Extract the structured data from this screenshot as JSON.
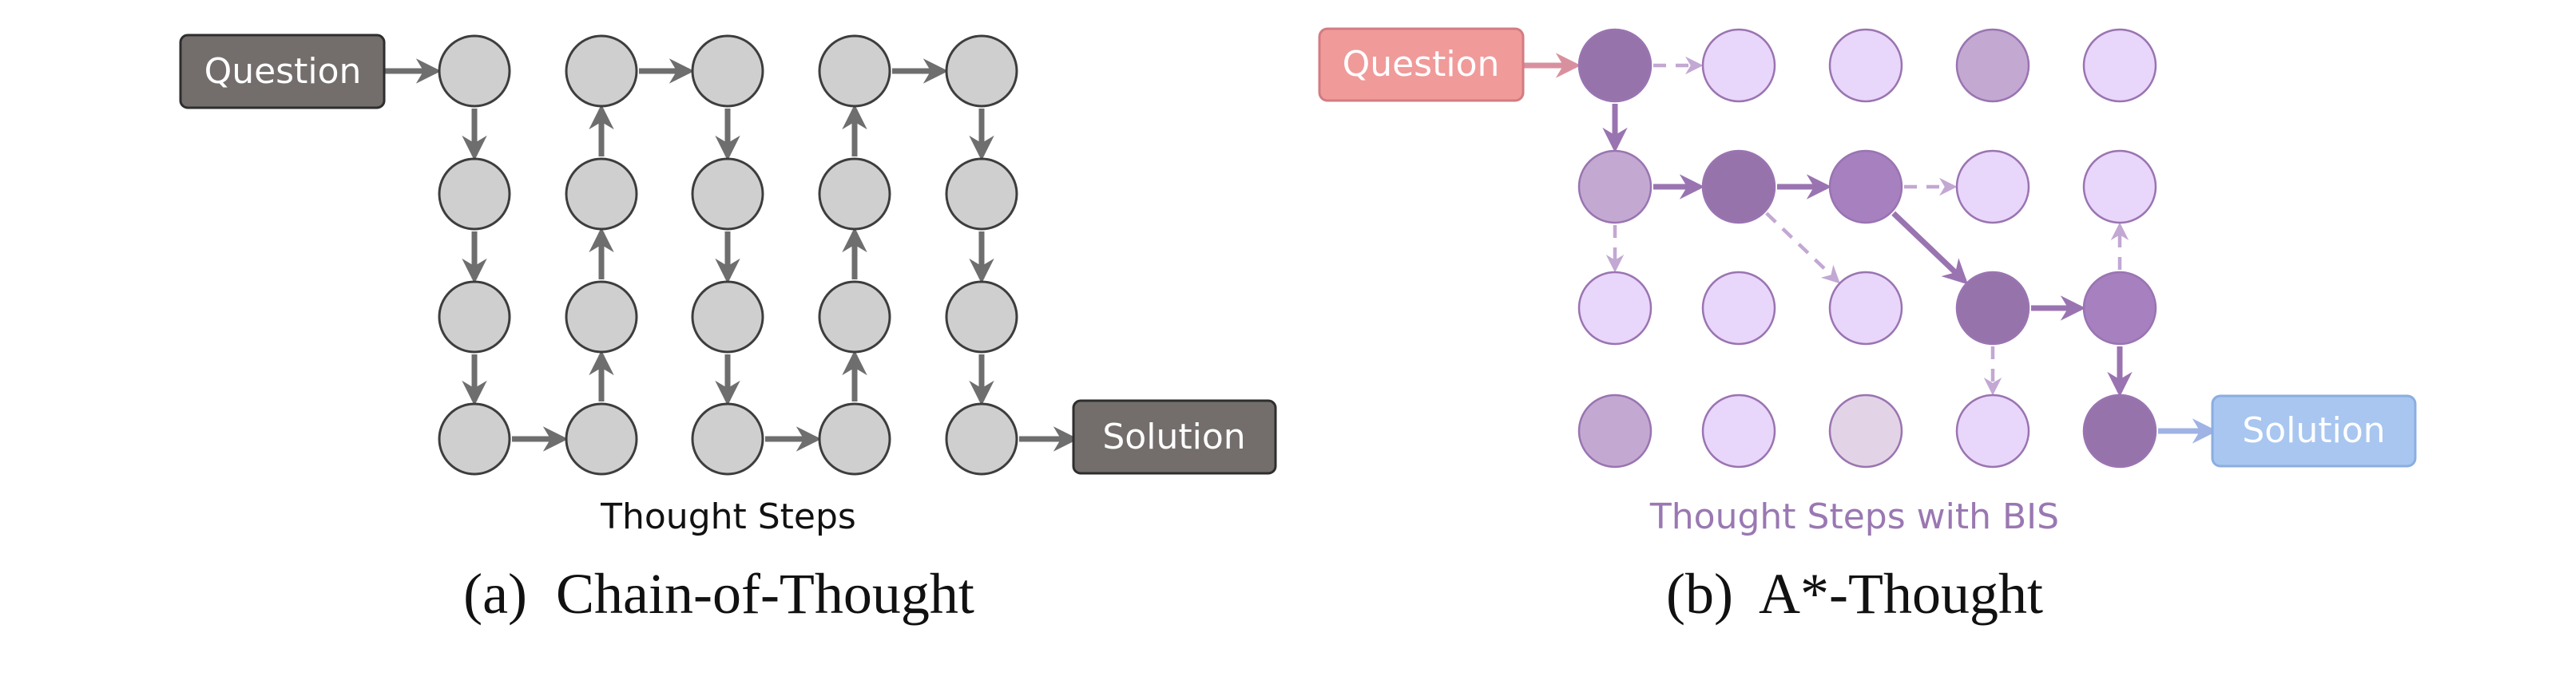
{
  "panel_a": {
    "question_label": "Question",
    "solution_label": "Solution",
    "steps_label": "Thought Steps",
    "caption": "(a)  Chain-of-Thought",
    "colors": {
      "node_fill": "#cfcfcf",
      "node_stroke": "#3d3d3d",
      "arrow": "#6e6e6e",
      "box_fill": "#736e6c",
      "box_text": "#ffffff"
    }
  },
  "panel_b": {
    "question_label": "Question",
    "solution_label": "Solution",
    "steps_label": "Thought Steps with BIS",
    "caption": "(b)  A*-Thought",
    "colors": {
      "question_fill": "#f09a9a",
      "solution_fill": "#a8c6ef",
      "node_dark": "#9674ab",
      "node_mid": "#a781bf",
      "node_light": "#c3a9d2",
      "node_pale": "#e9d6fb",
      "node_dim": "#e2d4e6",
      "node_stroke": "#9a74b1",
      "arrow": "#9a74b1",
      "dashed_arrow": "#c2a8d3",
      "label_color": "#9a78b2"
    }
  }
}
